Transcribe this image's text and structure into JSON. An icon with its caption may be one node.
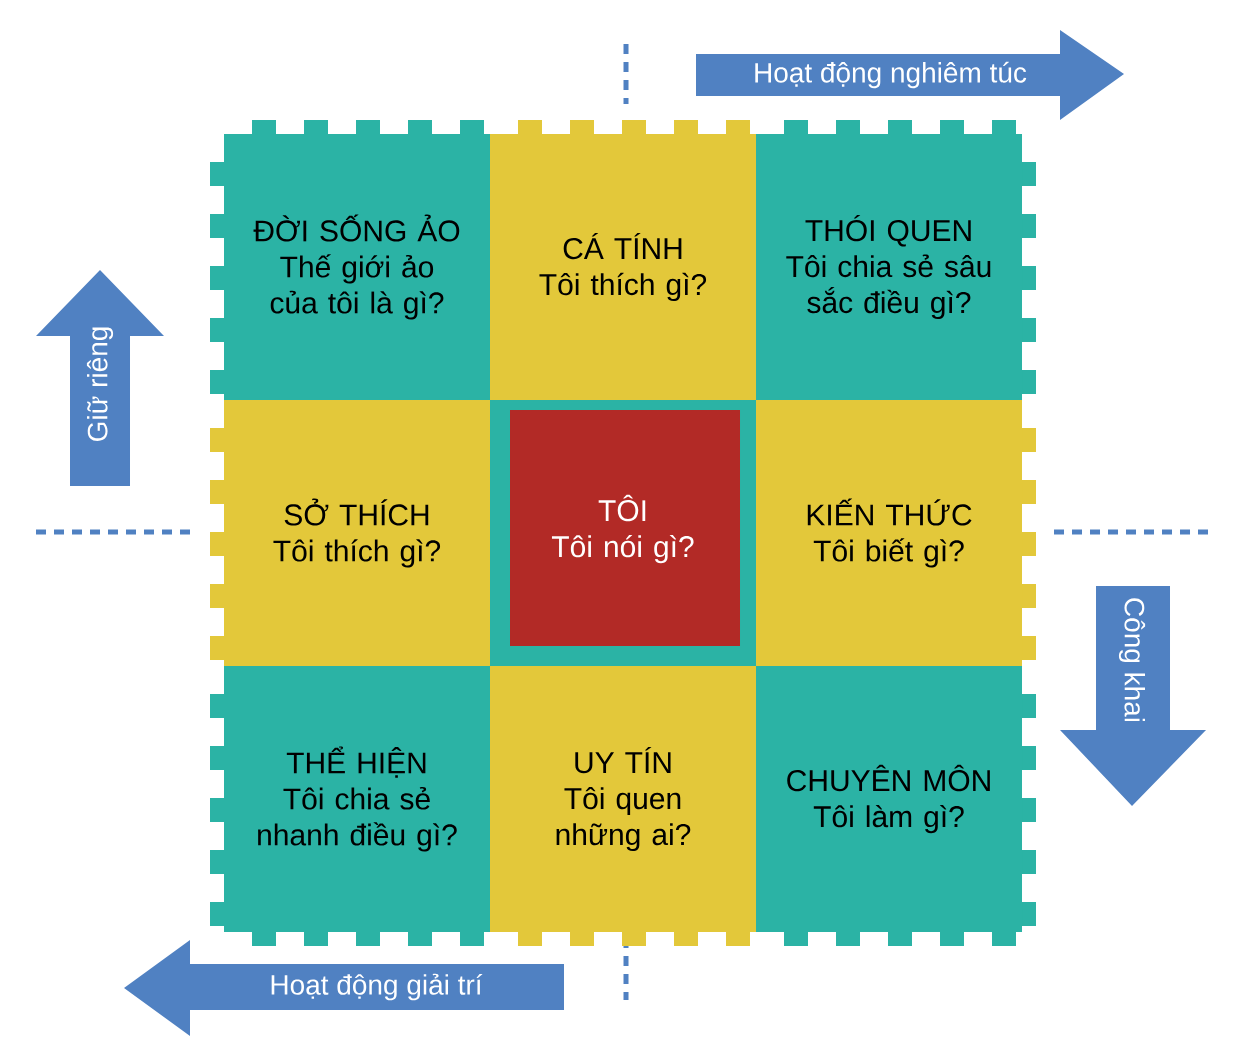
{
  "diagram": {
    "nodes": [
      {
        "text": [
          "ĐỜI SỐNG ẢO",
          "Thế giới ảo của tôi là gì?"
        ]
      },
      {
        "text": [
          "CÁ TÍNH",
          "Tôi thích gì?"
        ]
      },
      {
        "text": [
          "THÓI QUEN",
          "Tôi chia sẻ sâu sắc điều gì?"
        ]
      },
      {
        "text": [
          "SỞ THÍCH",
          "Tôi thích gì?"
        ]
      },
      {
        "text": [
          "TÔI",
          "Tôi nói gì?"
        ]
      },
      {
        "text": [
          "KIẾN THỨC",
          "Tôi biết gì?"
        ]
      },
      {
        "text": [
          "THỂ HIỆN",
          "Tôi chia sẻ nhanh điều gì?"
        ]
      },
      {
        "text": [
          "UY TÍN",
          "Tôi quen những ai?"
        ]
      },
      {
        "text": [
          "CHUYÊN MÔN",
          "Tôi làm gì?"
        ]
      }
    ],
    "labels": [
      "Hoạt động nghiêm túc",
      "Giữ riêng",
      "Công khai",
      "Hoạt động giải trí"
    ]
  }
}
